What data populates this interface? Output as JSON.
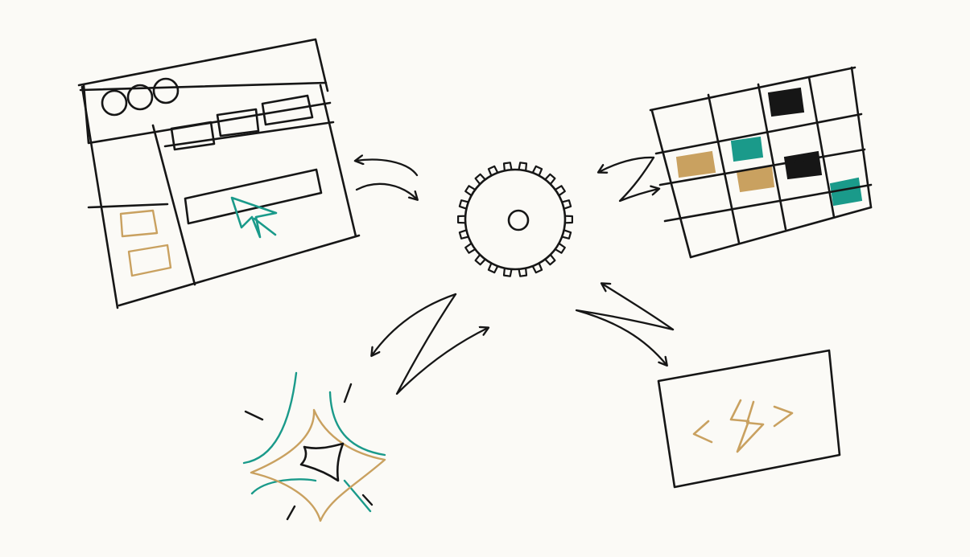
{
  "colors": {
    "background": "#fbfaf6",
    "ink": "#161616",
    "teal": "#1a9a8a",
    "gold": "#c9a160"
  },
  "diagram": {
    "center": {
      "icon": "gear-icon"
    },
    "nodes": [
      {
        "id": "browser-window",
        "icon": "browser-window-icon"
      },
      {
        "id": "grid-table",
        "icon": "grid-calendar-icon"
      },
      {
        "id": "sparkle",
        "icon": "sparkle-icon"
      },
      {
        "id": "code-box",
        "icon": "code-lightning-icon"
      }
    ],
    "connections": [
      {
        "from": "center",
        "to": "browser-window",
        "type": "bidirectional"
      },
      {
        "from": "center",
        "to": "grid-table",
        "type": "bidirectional"
      },
      {
        "from": "center",
        "to": "sparkle",
        "type": "bidirectional"
      },
      {
        "from": "center",
        "to": "code-box",
        "type": "bidirectional"
      }
    ]
  }
}
